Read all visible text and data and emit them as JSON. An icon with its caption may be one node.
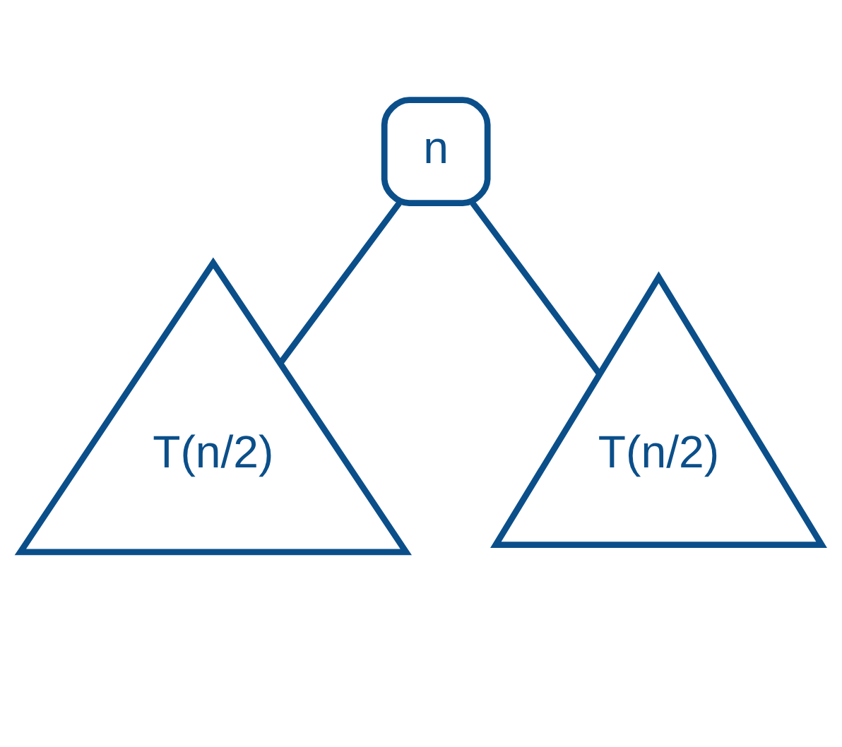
{
  "diagram": {
    "nodes": [
      {
        "text": [
          "n"
        ]
      },
      {
        "text": [
          "T(n/2)"
        ]
      },
      {
        "text": [
          "T(n/2)"
        ]
      }
    ],
    "edges": [
      {
        "from": 0,
        "to": 1,
        "arrow": "none"
      },
      {
        "from": 0,
        "to": 2,
        "arrow": "none"
      }
    ]
  }
}
